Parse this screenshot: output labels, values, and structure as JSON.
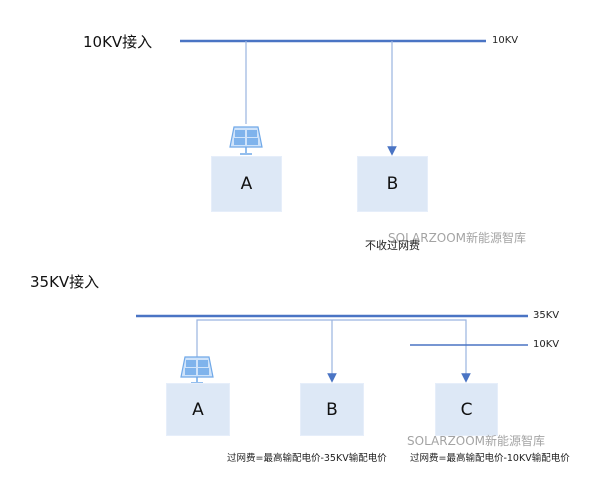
{
  "diagram": {
    "sections": [
      {
        "title": "10KV接入",
        "bus_labels": [
          "10KV"
        ],
        "nodes": [
          {
            "label": "A",
            "has_solar_panel": true
          },
          {
            "label": "B",
            "has_solar_panel": false
          }
        ],
        "notes": [
          "不收过网费"
        ]
      },
      {
        "title": "35KV接入",
        "bus_labels": [
          "35KV",
          "10KV"
        ],
        "nodes": [
          {
            "label": "A",
            "has_solar_panel": true
          },
          {
            "label": "B",
            "has_solar_panel": false
          },
          {
            "label": "C",
            "has_solar_panel": false
          }
        ],
        "notes": [
          "过网费=最高输配电价-35KV输配电价",
          "过网费=最高输配电价-10KV输配电价"
        ]
      }
    ],
    "watermark": "SOLARZOOM新能源智库",
    "colors": {
      "bus_line": "#4a74c4",
      "branch_line": "#9ab3e0",
      "box_fill": "#dde8f6",
      "panel": "#6fa8e8"
    }
  }
}
